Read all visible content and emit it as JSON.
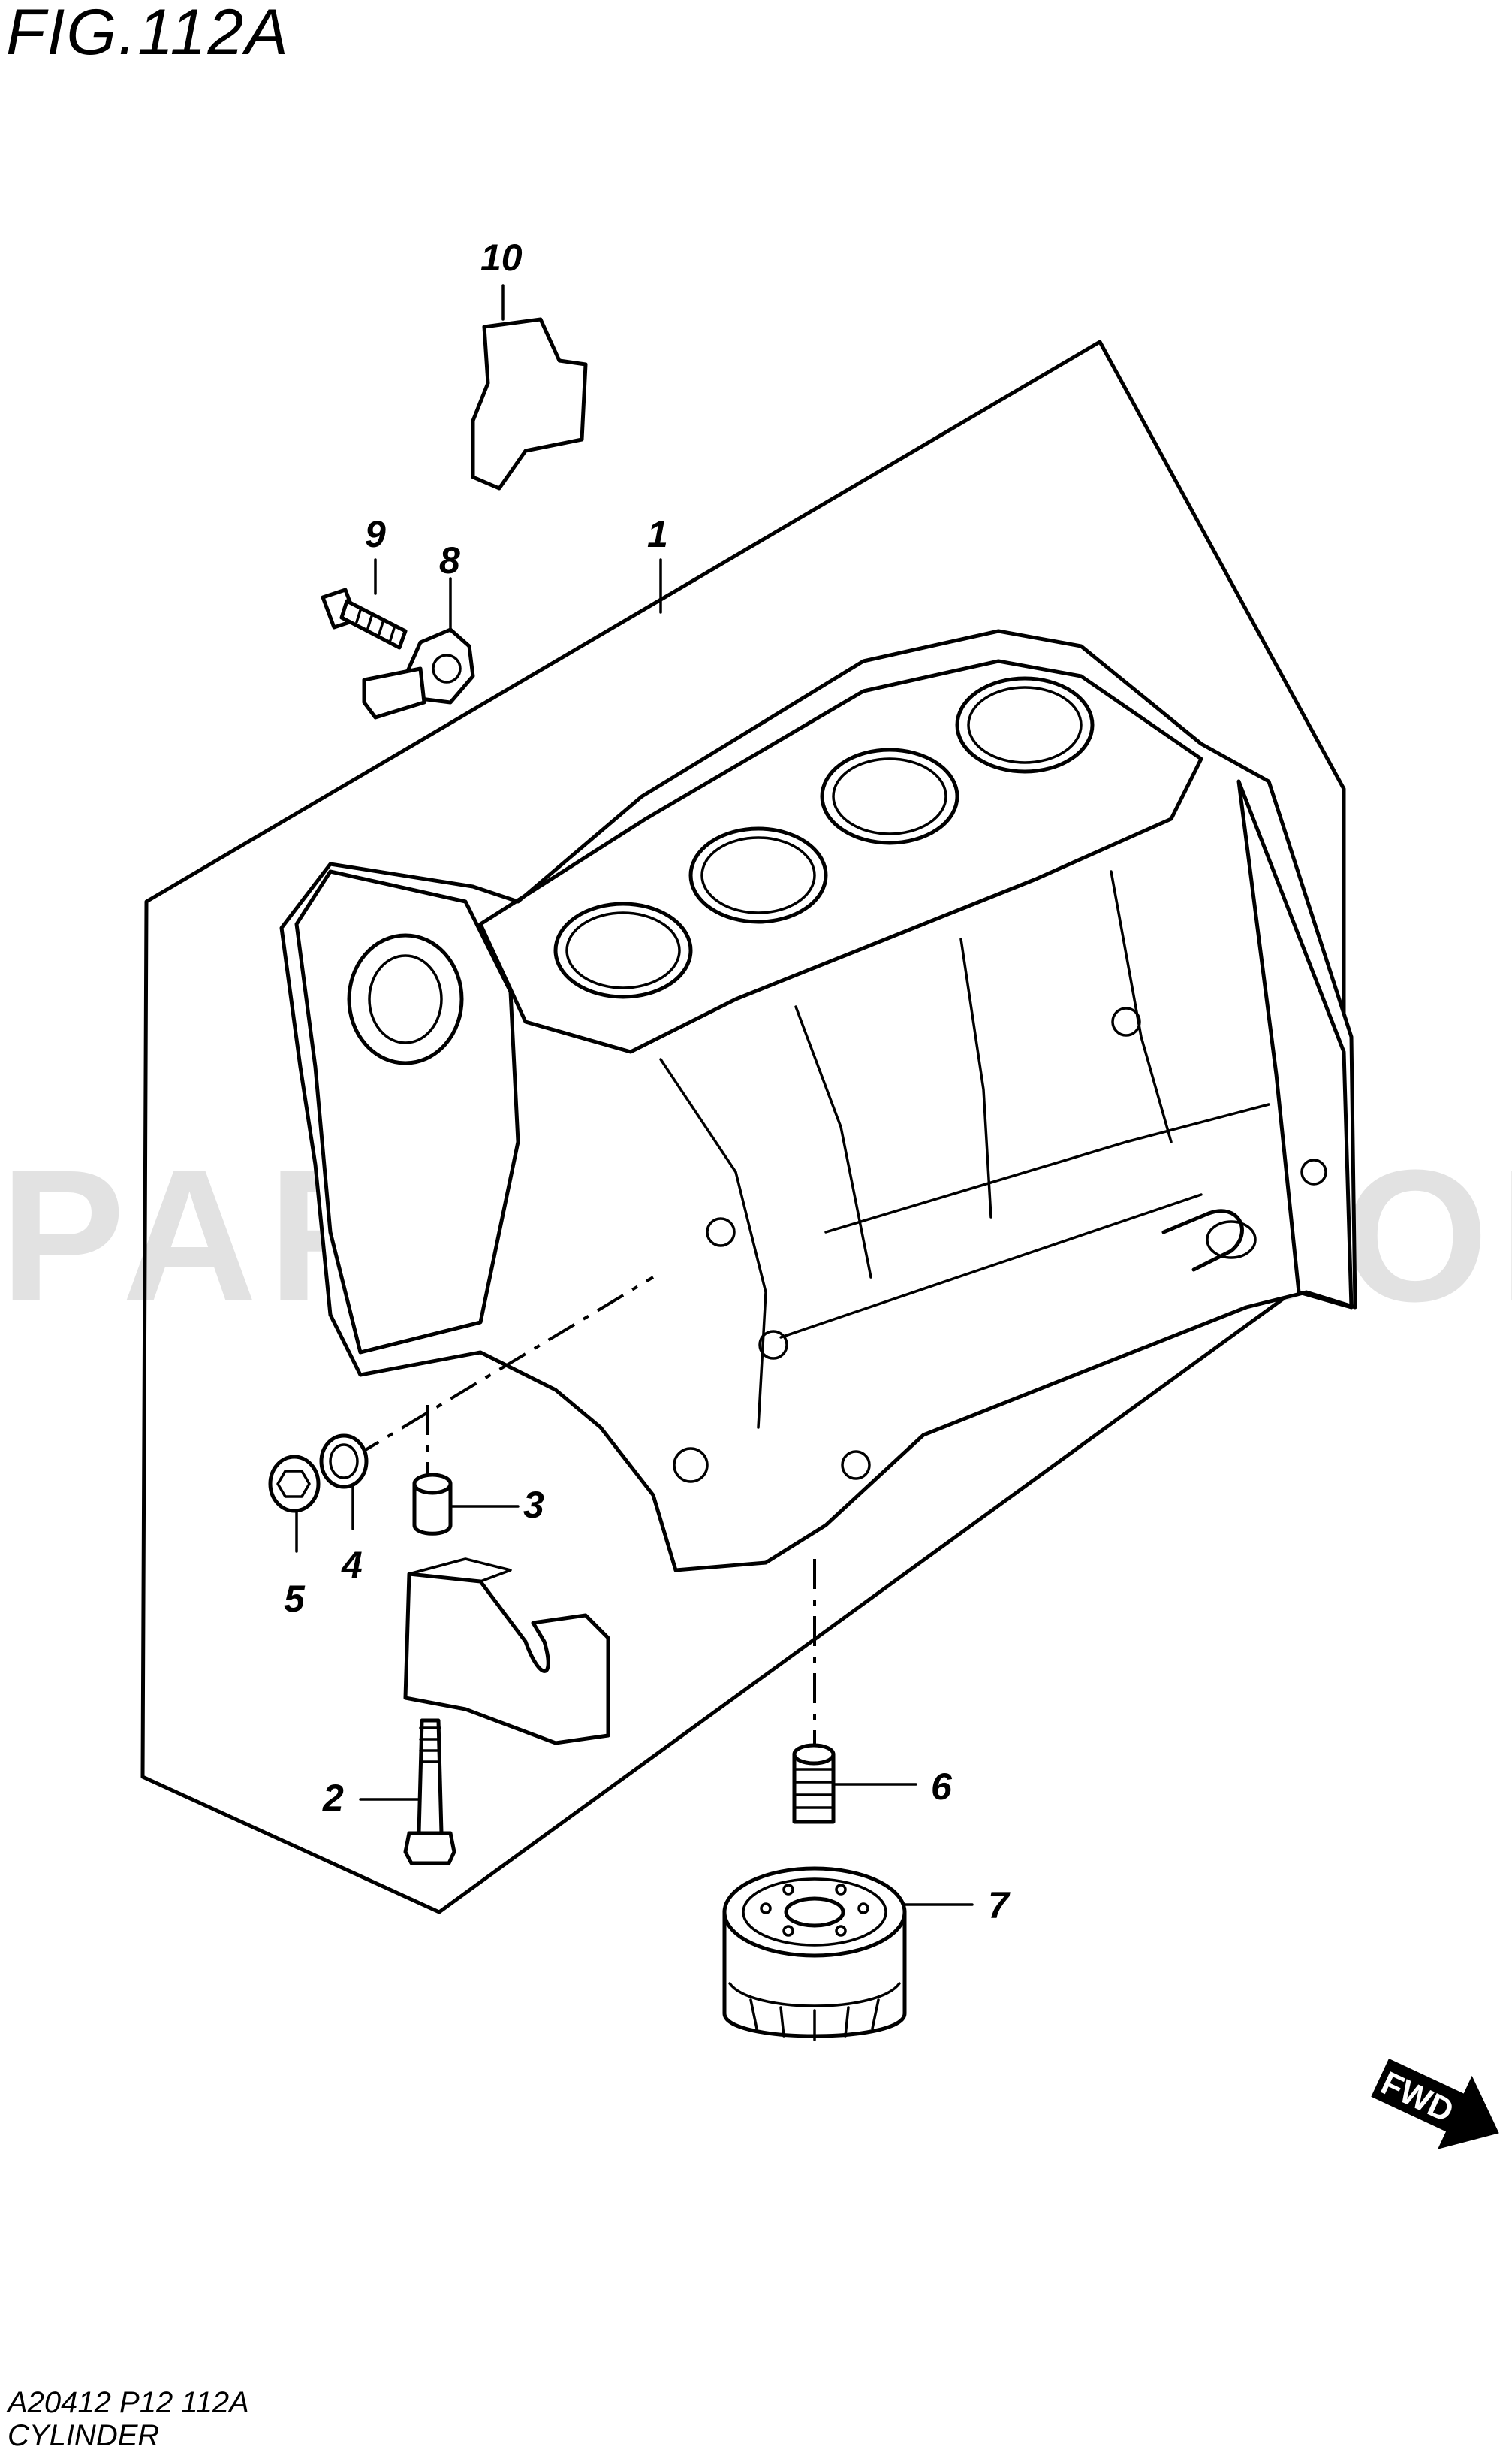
{
  "header": {
    "figure_title": "FIG.112A"
  },
  "watermark": {
    "text": "PARTSOUQ.COM"
  },
  "callouts": [
    {
      "number": "1"
    },
    {
      "number": "2"
    },
    {
      "number": "3"
    },
    {
      "number": "4"
    },
    {
      "number": "5"
    },
    {
      "number": "6"
    },
    {
      "number": "7"
    },
    {
      "number": "8"
    },
    {
      "number": "9"
    },
    {
      "number": "10"
    }
  ],
  "direction_arrow": {
    "label": "FWD"
  },
  "footer": {
    "diagram_code": "A20412 P12 112A",
    "assembly_name": "CYLINDER"
  }
}
